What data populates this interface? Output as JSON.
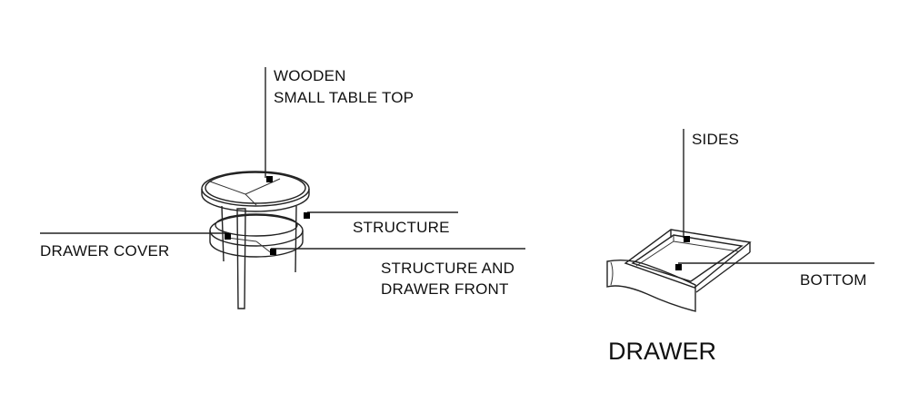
{
  "table": {
    "label_top": [
      "WOODEN",
      "SMALL TABLE TOP"
    ],
    "label_structure": "STRUCTURE",
    "label_drawer_cover": "DRAWER COVER",
    "label_front": [
      "STRUCTURE AND",
      "DRAWER FRONT"
    ]
  },
  "drawer": {
    "label_sides": "SIDES",
    "label_bottom": "BOTTOM",
    "title": "DRAWER"
  }
}
